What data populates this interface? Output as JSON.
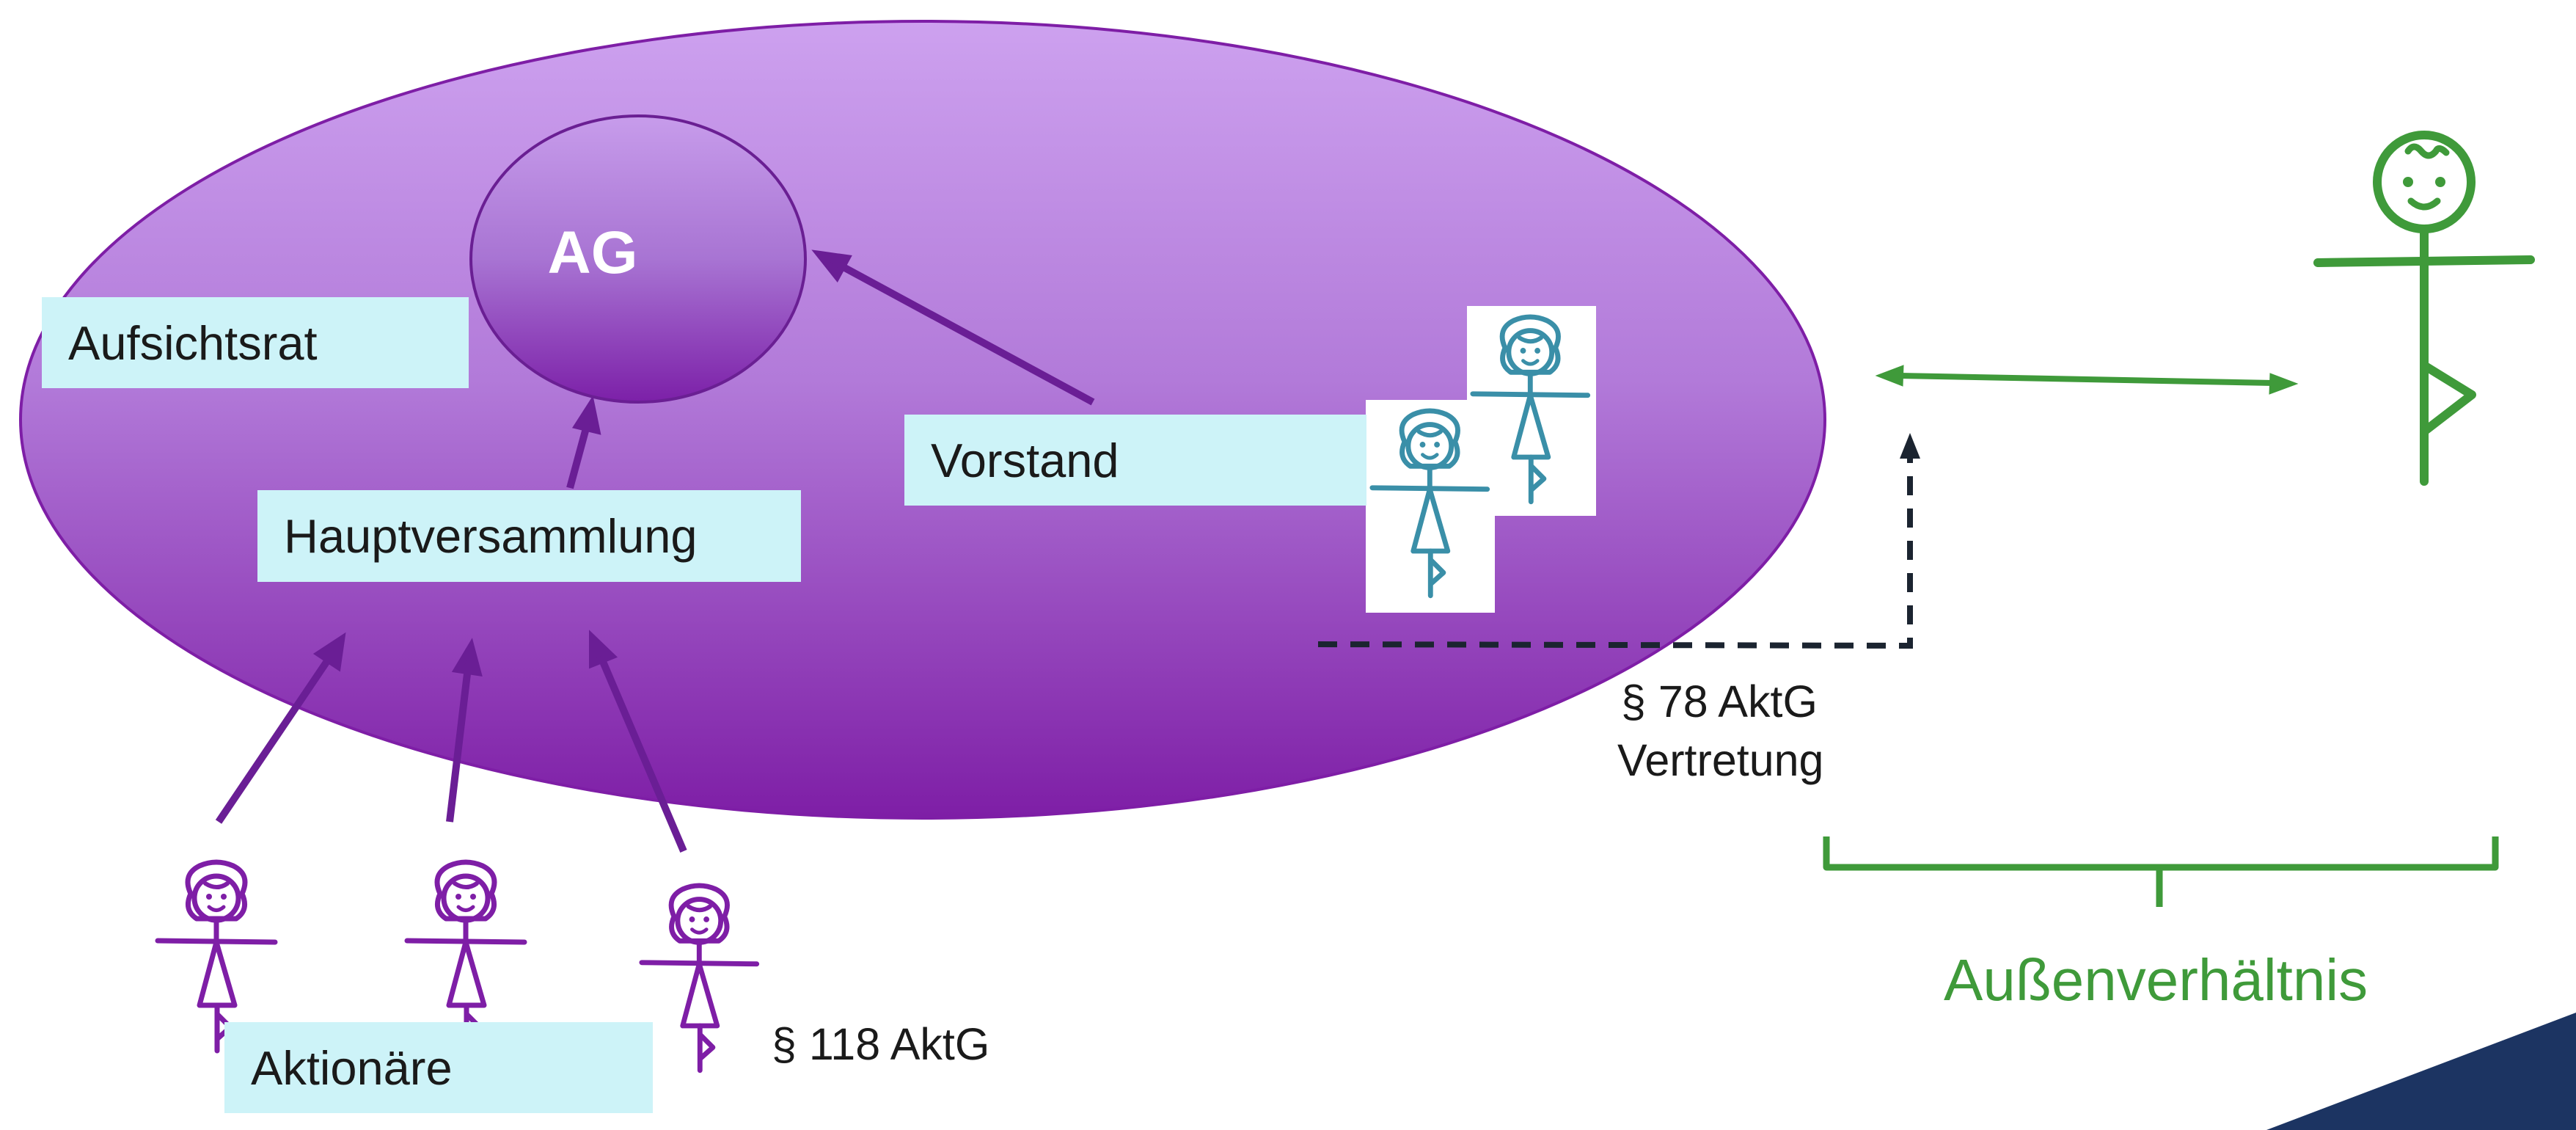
{
  "entity": {
    "label": "AG"
  },
  "labels": {
    "supervisory_board": "Aufsichtsrat",
    "general_meeting": "Hauptversammlung",
    "board": "Vorstand",
    "shareholders": "Aktionäre"
  },
  "annotations": {
    "representation_section": "§ 78 AktG",
    "representation_label": "Vertretung",
    "shareholder_section": "§ 118 AktG"
  },
  "external": {
    "label": "Außenverhältnis"
  },
  "colors": {
    "company_ellipse_top": "#cda1ef",
    "company_ellipse_bottom": "#7e1ea6",
    "label_background": "#cdf3f8",
    "shareholder_figures": "#7e1ea6",
    "board_figures": "#3a8fa8",
    "external_party": "#3f9a3a",
    "dashed_connector": "#1b2430",
    "corner_accent": "#1c3462"
  },
  "icons": [
    "person-figure-icon",
    "stick-figure-icon",
    "brace-icon"
  ]
}
